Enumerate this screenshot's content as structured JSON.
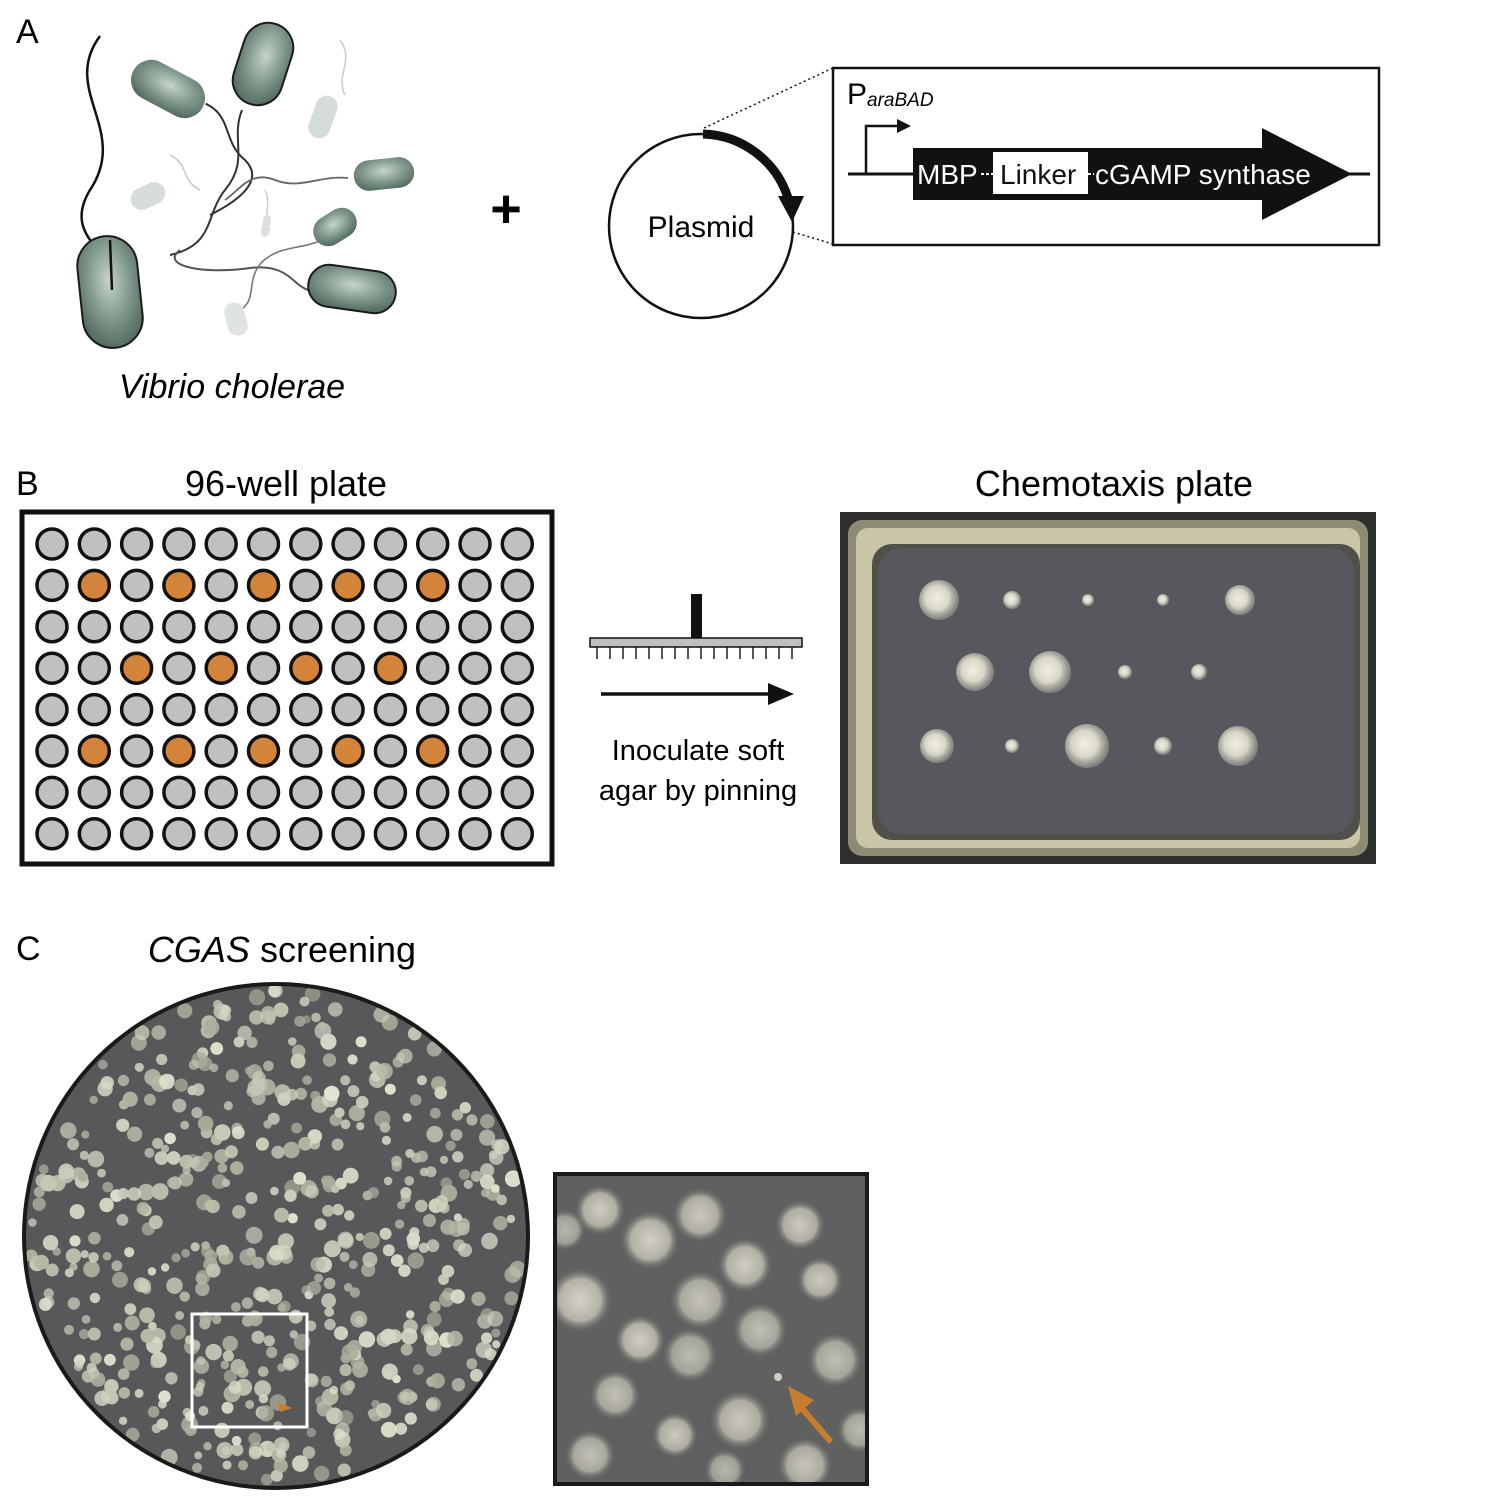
{
  "panel_a": {
    "label": "A",
    "organism": "Vibrio cholerae",
    "plus": "+",
    "plasmid_label": "Plasmid",
    "promoter_main": "P",
    "promoter_sub": "araBAD",
    "construct": {
      "part1": "MBP",
      "part2": "Linker",
      "part3": "cGAMP synthase"
    }
  },
  "panel_b": {
    "label": "B",
    "plate_title": "96-well plate",
    "chemotaxis_title": "Chemotaxis plate",
    "step_line1": "Inoculate soft",
    "step_line2": "agar by pinning",
    "rows": 8,
    "cols": 12,
    "highlighted_wells": [
      [
        1,
        1
      ],
      [
        1,
        3
      ],
      [
        1,
        5
      ],
      [
        1,
        7
      ],
      [
        1,
        9
      ],
      [
        3,
        2
      ],
      [
        3,
        4
      ],
      [
        3,
        6
      ],
      [
        3,
        8
      ],
      [
        5,
        1
      ],
      [
        5,
        3
      ],
      [
        5,
        5
      ],
      [
        5,
        7
      ],
      [
        5,
        9
      ]
    ],
    "well_color": "#c0c0c0",
    "highlight_color": "#d4833a"
  },
  "panel_c": {
    "label": "C",
    "title_italic": "CGAS",
    "title_rest": " screening",
    "arrow_color": "#c87c2f"
  }
}
